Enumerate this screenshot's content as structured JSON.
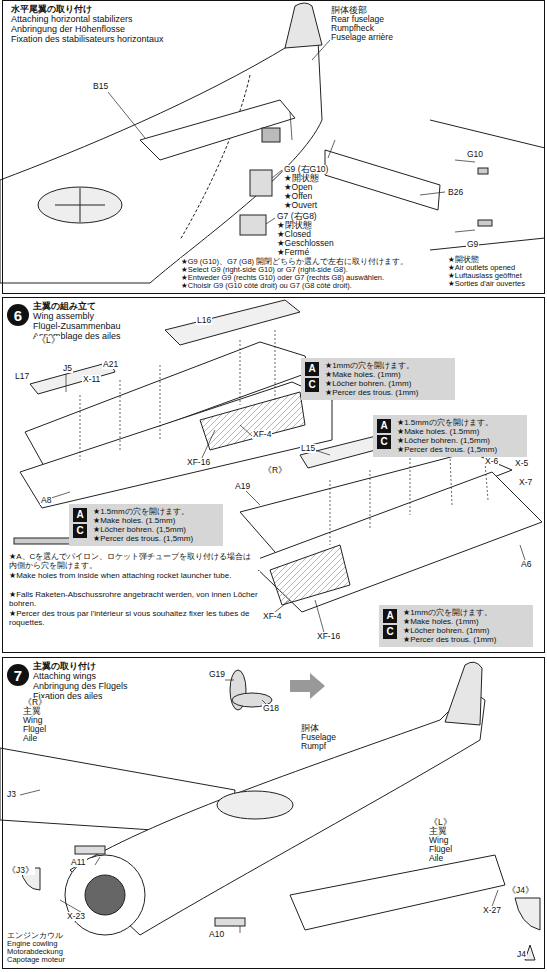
{
  "diagram": {
    "nodes": [
      {
        "text": [
          "水平尾翼の取り付け",
          "Attaching horizontal stabilizers",
          "Anbringung der Höhenflosse",
          "Fixation des stabilisateurs horizontaux"
        ]
      },
      {
        "text": [
          "主翼の組み立て",
          "Wing assembly",
          "Flügel-Zusammenbau",
          "Assemblage des ailes"
        ]
      },
      {
        "text": [
          "6"
        ],
        "in": 1
      },
      {
        "text": [
          "★1mmの穴を開けます。",
          "★Make holes. (1mm)",
          "★Löcher bohren. (1mm)",
          "★Percer des trous. (1mm)"
        ],
        "in": 1
      },
      {
        "text": [
          "A"
        ],
        "in": 3
      },
      {
        "text": [
          "C"
        ],
        "in": 3
      },
      {
        "text": [
          "★1.5mmの穴を開けます。",
          "★Make holes. (1.5mm)",
          "★Löcher bohren. (1,5mm)",
          "★Percer des trous. (1,5mm)"
        ],
        "in": 1
      },
      {
        "text": [
          "A"
        ],
        "in": 6
      },
      {
        "text": [
          "C"
        ],
        "in": 6
      },
      {
        "text": [
          "★1.5mmの穴を開けます。",
          "★Make holes. (1.5mm)",
          "★Löcher bohren. (1,5mm)",
          "★Percer des trous. (1,5mm)"
        ],
        "in": 1
      },
      {
        "text": [
          "A"
        ],
        "in": 9
      },
      {
        "text": [
          "C"
        ],
        "in": 9
      },
      {
        "text": [
          "★1mmの穴を開けます。",
          "★Make holes. (1mm)",
          "★Löcher bohren. (1mm)",
          "★Percer des trous. (1mm)"
        ],
        "in": 1
      },
      {
        "text": [
          "A"
        ],
        "in": 12
      },
      {
        "text": [
          "C"
        ],
        "in": 12
      },
      {
        "text": [
          "主翼の取り付け",
          "Attaching wings",
          "Anbringung des Flügels",
          "Fixation des ailes"
        ]
      },
      {
        "text": [
          "7"
        ],
        "in": 15
      }
    ],
    "labels": [
      "B15",
      "胴体後部",
      "Rear fuselage",
      "Rumpfheck",
      "Fuselage arrière",
      "B26",
      "G10",
      "G9 (右G10)",
      "★開状態",
      "★Open",
      "★Offen",
      "★Ouvert",
      "G7 (右G8)",
      "★閉状態",
      "★Closed",
      "★Geschlossen",
      "★Fermé",
      "G9",
      "★開状態",
      "★Air outlets opened",
      "★Luftauslass geöffnet",
      "★Sorties d'air ouvertes",
      "★G9 (G10)、G7 (G8) 開閉どちらか選んで左右に取り付けます。",
      "★Select G9 (right-side G10) or G7 (right-side G8).",
      "★Entweder G9 (rechts G10) oder G7 (rechts G8) auswählen.",
      "★Choisir G9 (G10 côté droit) ou G7 (G8 côté droit).",
      "L16",
      "《L》",
      "L17",
      "J5",
      "X-11",
      "A21",
      "XF-4",
      "XF-16",
      "A8",
      "L15",
      "《R》",
      "A19",
      "X-6",
      "X-5",
      "X-7",
      "A6",
      "XF-4",
      "XF-16",
      "★A、Cを選んでパイロン、ロケット弾チューブを取り付ける場合は内側から穴を開けます。",
      "★Make holes from inside when attaching rocket launcher tube.",
      "★Falls Raketen-Abschussrohre angebracht werden, von innen Löcher bohren.",
      "★Percer des trous par l'intérieur si vous souhaitez fixer les tubes de roquettes.",
      "G19",
      "G18",
      "《R》",
      "主翼",
      "Wing",
      "Flügel",
      "Aile",
      "J3",
      "A11",
      "《J3》",
      "X-23",
      "胴体",
      "Fuselage",
      "Rumpf",
      "エンジンカウル",
      "Engine cowling",
      "Motorabdeckung",
      "Capotage moteur",
      "《L》",
      "主翼",
      "Wing",
      "Flügel",
      "Aile",
      "《J4》",
      "X-27",
      "A10",
      "J4"
    ]
  }
}
